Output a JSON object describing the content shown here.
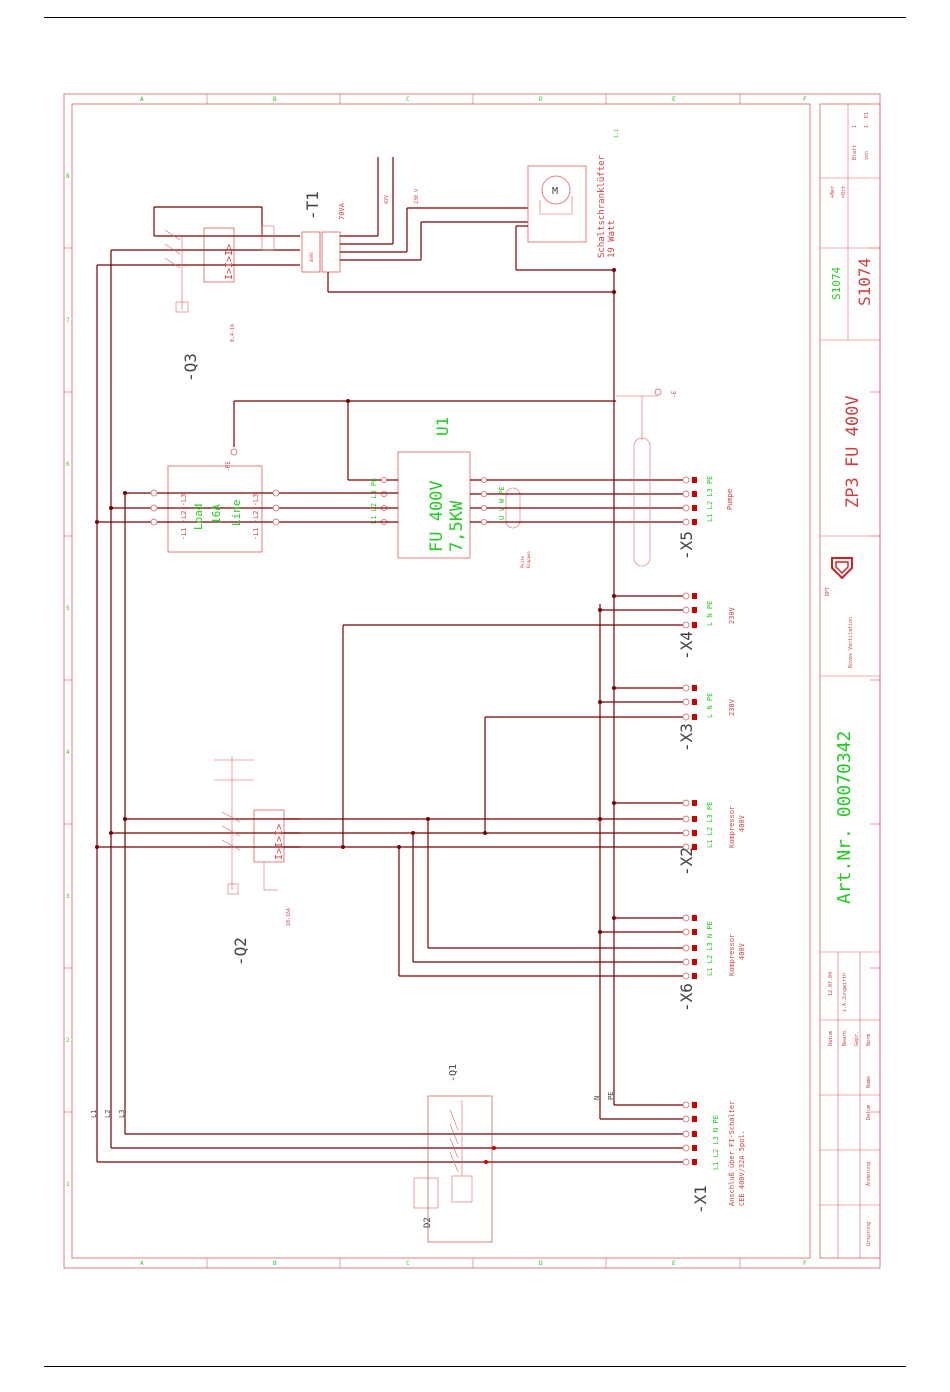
{
  "frame": {
    "columns": [
      "A",
      "B",
      "C",
      "D",
      "E",
      "F"
    ],
    "rows": [
      "8",
      "7",
      "6",
      "5",
      "4",
      "3",
      "2",
      "1"
    ]
  },
  "title_block": {
    "drawing_no_small": "S1074",
    "drawing_no_large": "S1074",
    "title": "ZP3 FU 400V",
    "article": "Art.Nr. 00070342",
    "company": "Roves Ventilation",
    "date": "12.07.04",
    "author": "i.A.Jungwirth",
    "labels": [
      "Datum",
      "Bearb.",
      "Gepr.",
      "Norm",
      "Datum",
      "Name",
      "Änderung",
      "Ursprung"
    ],
    "sheet_labels": [
      "Blatt",
      "von",
      "+Ber",
      "=Ort"
    ],
    "sheet_values": [
      "1",
      "1",
      "",
      "E1"
    ]
  },
  "components": {
    "T1": {
      "tag": "-T1",
      "rating": "70VA",
      "primary": "400V",
      "sec1": "42V",
      "sec2": "230 V"
    },
    "Q3": {
      "tag": "-Q3",
      "range": "0,4-1A",
      "symbol": "I>I>I>"
    },
    "fan": {
      "name": "Schaltschranklüfter",
      "power": "19 Watt",
      "motor": "M"
    },
    "U1": {
      "tag": "U1",
      "model": "FU 400V",
      "power": "7,5KW",
      "inputs": "L1 L2 L3 PE",
      "outputs": "U V W PE",
      "note1": "Pe1te",
      "note2": "Kiappen",
      "pe_tag": "-PE"
    },
    "Q4": {
      "load": "Load",
      "current": "16A",
      "line": "Line",
      "top": "-L1 -L2 -L3",
      "bottom": "-L1 -L2 -L3"
    },
    "Q2": {
      "tag": "-Q2",
      "range": "10-16A",
      "symbol": "I>I>I>"
    },
    "Q1": {
      "tag": "-Q1",
      "d2": "D2"
    },
    "earth": "-E"
  },
  "terminals": {
    "X5": {
      "tag": "-X5",
      "pins": "L1 L2 L3 PE",
      "desc": "Pumpe"
    },
    "X4": {
      "tag": "-X4",
      "pins": "L  N  PE",
      "desc": "230V"
    },
    "X3": {
      "tag": "-X3",
      "pins": "L  N  PE",
      "desc": "230V"
    },
    "X2": {
      "tag": "-X2",
      "pins": "L1 L2 L3 PE",
      "desc1": "Kompressor",
      "desc2": "400V"
    },
    "X6": {
      "tag": "-X6",
      "pins": "L1 L2 L3 N  PE",
      "desc1": "Kompressor",
      "desc2": "400V"
    },
    "X1": {
      "tag": "-X1",
      "pins": "L1 L2 L3 N  PE",
      "desc1": "Anschluß über FI-Schalter",
      "desc2": "CEE 400V/32A 5pol."
    }
  },
  "bus_labels": [
    "L1",
    "L2",
    "L3",
    "N",
    "PE"
  ]
}
